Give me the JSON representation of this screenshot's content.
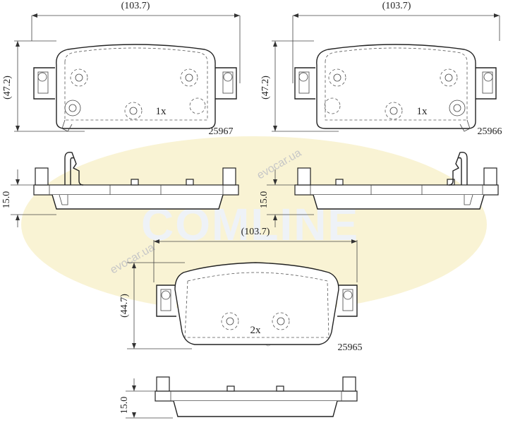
{
  "watermark": {
    "brand": "COMLINE",
    "evocar": "evocar.ua"
  },
  "dimensions": {
    "top_left_width": "(103.7)",
    "top_left_height": "(47.2)",
    "top_right_width": "(103.7)",
    "top_right_height": "(47.2)",
    "side_left_thickness": "15.0",
    "side_right_thickness": "15.0",
    "bottom_width": "(103.7)",
    "bottom_height": "(44.7)",
    "bottom_side_thickness": "15.0"
  },
  "parts": {
    "left_number": "25967",
    "left_qty": "1x",
    "right_number": "25966",
    "right_qty": "1x",
    "bottom_number": "25965",
    "bottom_qty": "2x"
  }
}
